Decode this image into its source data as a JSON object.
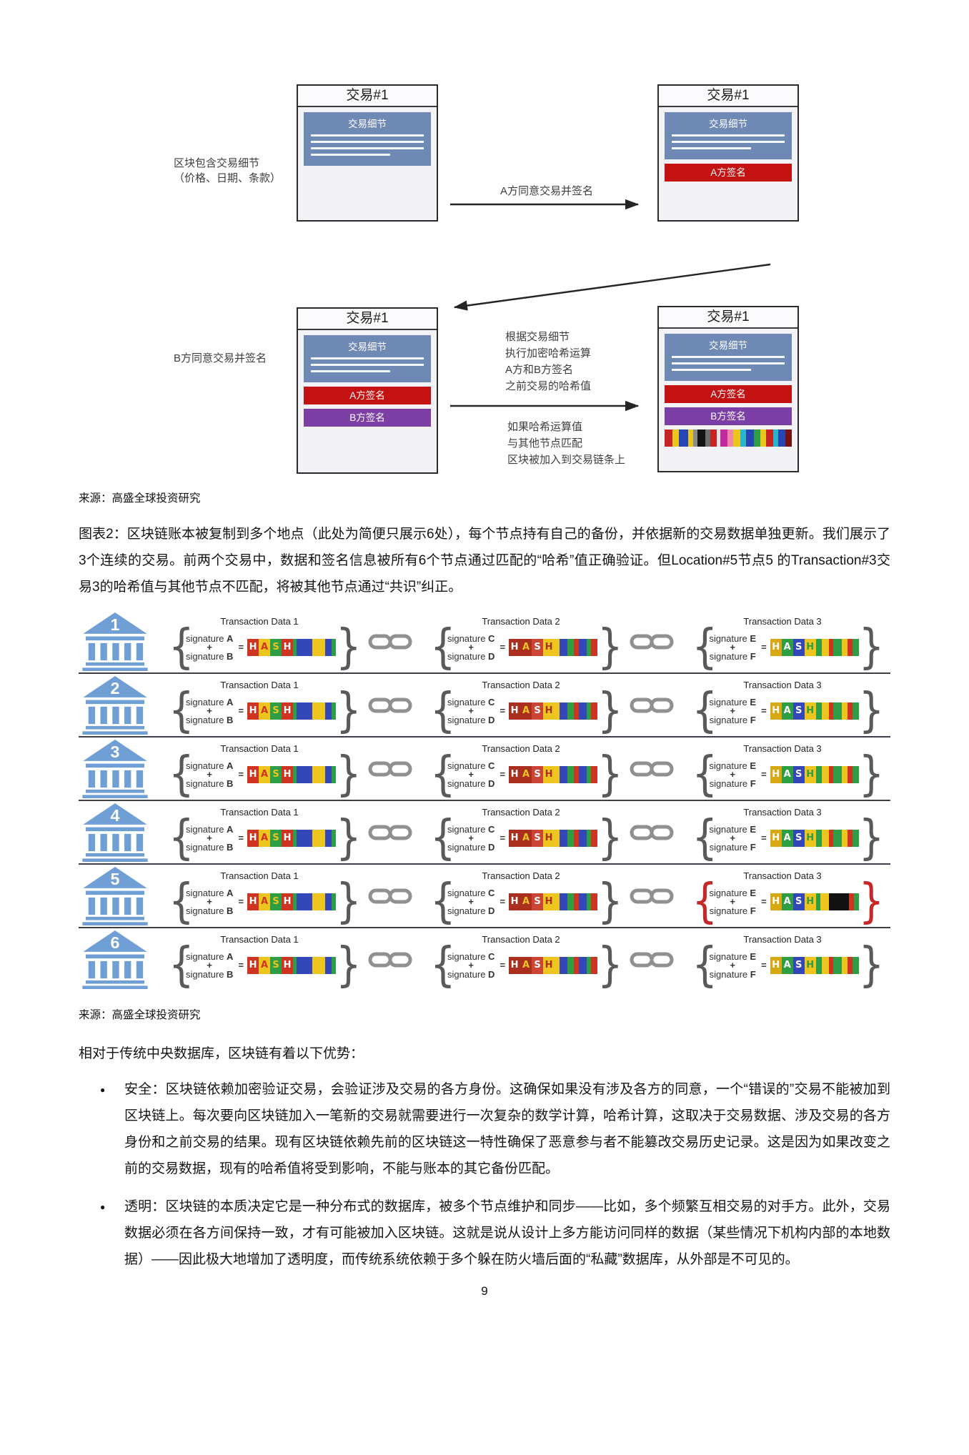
{
  "page": {
    "number": "9"
  },
  "colors": {
    "panel_blue": "#6e89b4",
    "signature_red": "#c41212",
    "signature_purple": "#7b3fa5",
    "bank_blue": "#6f9fd4",
    "error_red": "#c62828",
    "chain_gray": "#909090"
  },
  "diagram1": {
    "box_title": "交易#1",
    "details_label": "交易细节",
    "sig_a": "A方签名",
    "sig_b": "B方签名",
    "label_left_top": [
      "区块包含交易细节",
      "（价格、日期、条款）"
    ],
    "label_left_bottom": "B方同意交易并签名",
    "arrow1_label": "A方同意交易并签名",
    "mid_text1": [
      "根据交易细节",
      "执行加密哈希运算",
      "A方和B方签名",
      "之前交易的哈希值"
    ],
    "mid_text2": [
      "如果哈希运算值",
      "与其他节点匹配",
      "区块被加入到交易链条上"
    ],
    "bottom_hash_stripes": [
      {
        "c": "#c62323",
        "w": 10
      },
      {
        "c": "#e8c61c",
        "w": 8
      },
      {
        "c": "#2746b6",
        "w": 12
      },
      {
        "c": "#e8c61c",
        "w": 6
      },
      {
        "c": "#8a8a8a",
        "w": 6
      },
      {
        "c": "#141414",
        "w": 10
      },
      {
        "c": "#6d6d6d",
        "w": 6
      },
      {
        "c": "#c62323",
        "w": 8
      },
      {
        "c": "#e2e2e2",
        "w": 5
      },
      {
        "c": "#c02a9e",
        "w": 9
      },
      {
        "c": "#ef86a6",
        "w": 7
      },
      {
        "c": "#e8c61c",
        "w": 9
      },
      {
        "c": "#27b6c9",
        "w": 8
      },
      {
        "c": "#2746b6",
        "w": 10
      },
      {
        "c": "#2e9e44",
        "w": 8
      },
      {
        "c": "#e8c61c",
        "w": 7
      },
      {
        "c": "#c62323",
        "w": 9
      },
      {
        "c": "#27b6c9",
        "w": 7
      },
      {
        "c": "#2746b6",
        "w": 9
      },
      {
        "c": "#7a1111",
        "w": 8
      }
    ]
  },
  "source1": "来源：高盛全球投资研究",
  "caption": "图表2：区块链账本被复制到多个地点（此处为简便只展示6处），每个节点持有自己的备份，并依据新的交易数据单独更新。我们展示了3个连续的交易。前两个交易中，数据和签名信息被所有6个节点通过匹配的“哈希”值正确验证。但Location#5节点5 的Transaction#3交易3的哈希值与其他节点不匹配，将被其他节点通过“共识”纠正。",
  "figure": {
    "rows": [
      {
        "label": "1",
        "bad": false
      },
      {
        "label": "2",
        "bad": false
      },
      {
        "label": "3",
        "bad": false
      },
      {
        "label": "4",
        "bad": false
      },
      {
        "label": "5",
        "bad": true
      },
      {
        "label": "6",
        "bad": false
      }
    ],
    "groups": [
      {
        "title": "Transaction Data 1",
        "sig_top": "signature A",
        "plus": "+",
        "sig_bottom": "signature B",
        "eq": "=",
        "hash": "h1"
      },
      {
        "title": "Transaction Data 2",
        "sig_top": "signature C",
        "plus": "+",
        "sig_bottom": "signature D",
        "eq": "=",
        "hash": "h2"
      },
      {
        "title": "Transaction Data 3",
        "sig_top": "signature E",
        "plus": "+",
        "sig_bottom": "signature F",
        "eq": "=",
        "hash": "h3"
      }
    ],
    "hash_bars": {
      "h1": {
        "letters": [
          {
            "ch": "H",
            "fg": "#ffffff",
            "bg": "#cf3322"
          },
          {
            "ch": "A",
            "fg": "#cf3322",
            "bg": "#eec41e"
          },
          {
            "ch": "S",
            "fg": "#eec41e",
            "bg": "#2e9e44"
          },
          {
            "ch": "H",
            "fg": "#ffffff",
            "bg": "#cf3322"
          }
        ],
        "stripes": [
          {
            "c": "#2e9e44",
            "w": 5
          },
          {
            "c": "#3347b8",
            "w": 20
          },
          {
            "c": "#eec41e",
            "w": 3
          },
          {
            "c": "#eec41e",
            "w": 14
          },
          {
            "c": "#3347b8",
            "w": 8
          },
          {
            "c": "#2e9e44",
            "w": 6
          }
        ]
      },
      "h2": {
        "letters": [
          {
            "ch": "H",
            "fg": "#ffffff",
            "bg": "#aa2f1f"
          },
          {
            "ch": "A",
            "fg": "#eec41e",
            "bg": "#aa2f1f"
          },
          {
            "ch": "S",
            "fg": "#ffffff",
            "bg": "#cc4433"
          },
          {
            "ch": "H",
            "fg": "#aa2f1f",
            "bg": "#eec41e"
          }
        ],
        "stripes": [
          {
            "c": "#eec41e",
            "w": 6
          },
          {
            "c": "#3347b8",
            "w": 10
          },
          {
            "c": "#2e9e44",
            "w": 8
          },
          {
            "c": "#cf3322",
            "w": 6
          },
          {
            "c": "#3347b8",
            "w": 10
          },
          {
            "c": "#2e9e44",
            "w": 5
          },
          {
            "c": "#cf3322",
            "w": 8
          }
        ]
      },
      "h3": {
        "letters": [
          {
            "ch": "H",
            "fg": "#ffffff",
            "bg": "#d8a812"
          },
          {
            "ch": "A",
            "fg": "#ffffff",
            "bg": "#2e9e44"
          },
          {
            "ch": "S",
            "fg": "#ffffff",
            "bg": "#3347b8"
          },
          {
            "ch": "H",
            "fg": "#2e9e44",
            "bg": "#eec41e"
          }
        ],
        "stripes": [
          {
            "c": "#2e9e44",
            "w": 6
          },
          {
            "c": "#eec41e",
            "w": 8
          },
          {
            "c": "#cf3322",
            "w": 5
          },
          {
            "c": "#2e9e44",
            "w": 9
          },
          {
            "c": "#eec41e",
            "w": 6
          },
          {
            "c": "#cf3322",
            "w": 5
          },
          {
            "c": "#2e9e44",
            "w": 7
          }
        ]
      },
      "h3bad": {
        "letters": [
          {
            "ch": "H",
            "fg": "#ffffff",
            "bg": "#d8a812"
          },
          {
            "ch": "A",
            "fg": "#ffffff",
            "bg": "#2e9e44"
          },
          {
            "ch": "S",
            "fg": "#ffffff",
            "bg": "#3347b8"
          },
          {
            "ch": "H",
            "fg": "#2e9e44",
            "bg": "#eec41e"
          }
        ],
        "stripes": [
          {
            "c": "#2e9e44",
            "w": 5
          },
          {
            "c": "#eec41e",
            "w": 9
          },
          {
            "c": "#111111",
            "w": 22
          },
          {
            "c": "#cf3322",
            "w": 6
          },
          {
            "c": "#2e9e44",
            "w": 5
          }
        ]
      }
    }
  },
  "source2": "来源：高盛全球投资研究",
  "body": {
    "intro": "相对于传统中央数据库，区块链有着以下优势：",
    "bullets": [
      {
        "text": "安全：区块链依赖加密验证交易，会验证涉及交易的各方身份。这确保如果没有涉及各方的同意，一个“错误的”交易不能被加到区块链上。每次要向区块链加入一笔新的交易就需要进行一次复杂的数学计算，哈希计算，这取决于交易数据、涉及交易的各方身份和之前交易的结果。现有区块链依赖先前的区块链这一特性确保了恶意参与者不能篡改交易历史记录。这是因为如果改变之前的交易数据，现有的哈希值将受到影响，不能与账本的其它备份匹配。"
      },
      {
        "text": "透明：区块链的本质决定它是一种分布式的数据库，被多个节点维护和同步——比如，多个频繁互相交易的对手方。此外，交易数据必须在各方间保持一致，才有可能被加入区块链。这就是说从设计上多方能访问同样的数据（某些情况下机构内部的本地数据）——因此极大地增加了透明度，而传统系统依赖于多个躲在防火墙后面的“私藏”数据库，从外部是不可见的。"
      }
    ]
  }
}
